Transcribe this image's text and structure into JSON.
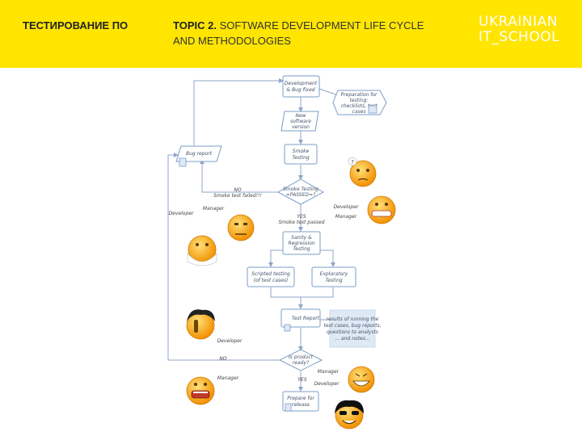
{
  "header": {
    "course": "ТЕСТИРОВАНИЕ ПО",
    "topic_prefix": "TOPIC 2.",
    "topic_rest": "SOFTWARE DEVELOPMENT LIFE CYCLE AND METHODOLOGIES",
    "logo_line1": "UKRAINIAN",
    "logo_line2": "IT_SCHOOL"
  },
  "colors": {
    "header_bg": "#ffe500",
    "box_stroke": "#7a9cc8",
    "smiley": "#ffa800"
  },
  "diagram": {
    "nodes": {
      "dev_bugfixed": [
        "Development",
        "& Bug fixed"
      ],
      "prep_testing": [
        "Preparation for",
        "testing:",
        "checklists, test",
        "cases"
      ],
      "new_version": [
        "New",
        "software",
        "version"
      ],
      "bug_report": [
        "Bug report"
      ],
      "smoke_testing": [
        "Smoke",
        "Testing"
      ],
      "smoke_passed_q": [
        "Smoke Testing",
        "=PASSED=?"
      ],
      "sanity": [
        "Sanity &",
        "Regression",
        "Testing"
      ],
      "scripted": [
        "Scripted testing",
        "(of test cases)"
      ],
      "exploratory": [
        "Exploratory",
        "Testing"
      ],
      "test_report": [
        "Test Report"
      ],
      "results": [
        "results of running the",
        "test cases, bug reports,",
        "questions to analysts",
        "... and notes..."
      ],
      "product_ready_q": [
        "Is product",
        "ready?"
      ],
      "prepare_release": [
        "Prepare for",
        "release"
      ]
    },
    "labels": {
      "no_smoke": [
        "NO",
        "Smoke test failed!!!"
      ],
      "yes_smoke": [
        "YES",
        "Smoke test passed"
      ],
      "developer": "Developer",
      "manager": "Manager",
      "no": "NO",
      "yes": "YES"
    }
  }
}
